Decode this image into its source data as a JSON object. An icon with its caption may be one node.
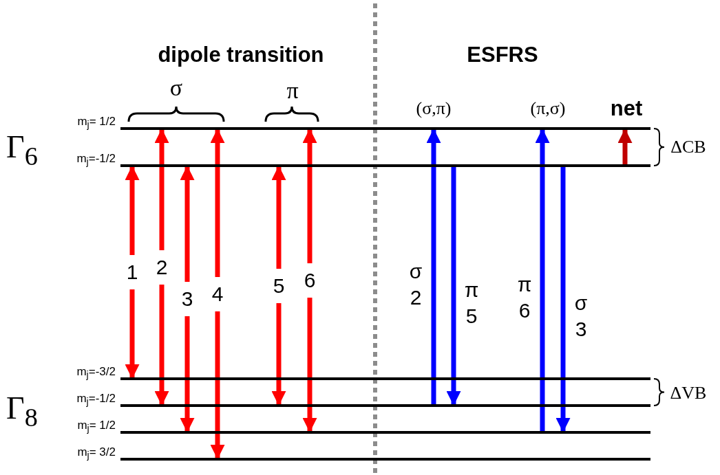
{
  "diagram": {
    "nodes": [
      {
        "text": [],
        "shape": "bar",
        "beside": [
          "m$_{j}$= 1/2"
        ]
      },
      {
        "text": [],
        "shape": "bar",
        "beside": [
          "m$_{j}$=-1/2"
        ]
      },
      {
        "text": [],
        "shape": "bar",
        "beside": [
          "m$_{j}$=-3/2"
        ]
      },
      {
        "text": [],
        "shape": "bar",
        "beside": [
          "m$_{j}$=-1/2"
        ]
      },
      {
        "text": [],
        "shape": "bar",
        "beside": [
          "m$_{j}$= 1/2"
        ]
      },
      {
        "text": [],
        "shape": "bar",
        "beside": [
          "m$_{j}$= 3/2"
        ]
      }
    ],
    "edges": [
      {
        "from": 2,
        "to": 1,
        "arrow": "both",
        "label": "1"
      },
      {
        "from": 3,
        "to": 0,
        "arrow": "both",
        "label": "2"
      },
      {
        "from": 4,
        "to": 1,
        "arrow": "both",
        "label": "3"
      },
      {
        "from": 5,
        "to": 0,
        "arrow": "both",
        "label": "4"
      },
      {
        "from": 3,
        "to": 1,
        "arrow": "both",
        "label": "5"
      },
      {
        "from": 4,
        "to": 0,
        "arrow": "both",
        "label": "6"
      },
      {
        "from": 3,
        "to": 0,
        "arrow": "to",
        "label": "σ 2",
        "color": "#0000ff"
      },
      {
        "from": 1,
        "to": 3,
        "arrow": "to",
        "label": "π 5",
        "color": "#0000ff"
      },
      {
        "from": 4,
        "to": 0,
        "arrow": "to",
        "label": "π 6",
        "color": "#0000ff"
      },
      {
        "from": 1,
        "to": 4,
        "arrow": "to",
        "label": "σ 3",
        "color": "#0000ff"
      },
      {
        "from": 1,
        "to": 0,
        "arrow": "to",
        "color": "#c00000"
      }
    ],
    "labels": [
      "dipole transition",
      "ESFRS",
      "σ",
      "π",
      "(σ,π)",
      "(π,σ)",
      "net",
      "Γ$_{6}$",
      "ΔCB",
      "Γ$_{8}$",
      "ΔVB"
    ]
  }
}
